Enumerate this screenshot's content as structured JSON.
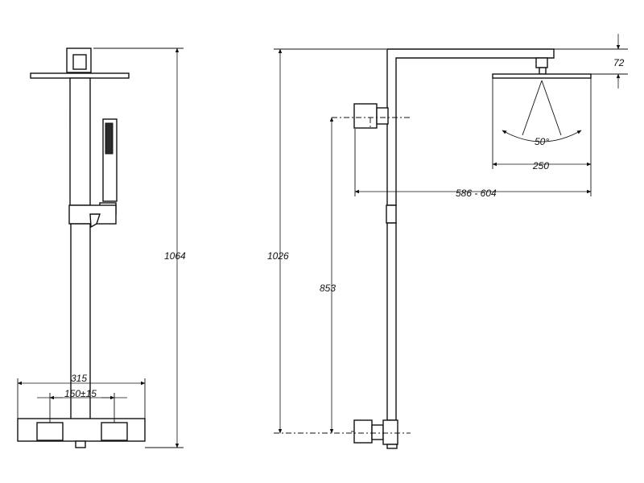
{
  "front_view": {
    "height_dim": "1064",
    "width_dim": "315",
    "spacing_dim": "150±15"
  },
  "side_view": {
    "height_dim": "1026",
    "outlet_height_dim": "853",
    "reach_dim": "586 - 604",
    "head_thickness_dim": "72",
    "head_diameter_dim": "250",
    "spray_angle_dim": "50°"
  },
  "colors": {
    "line": "#111111",
    "background": "#ffffff"
  }
}
